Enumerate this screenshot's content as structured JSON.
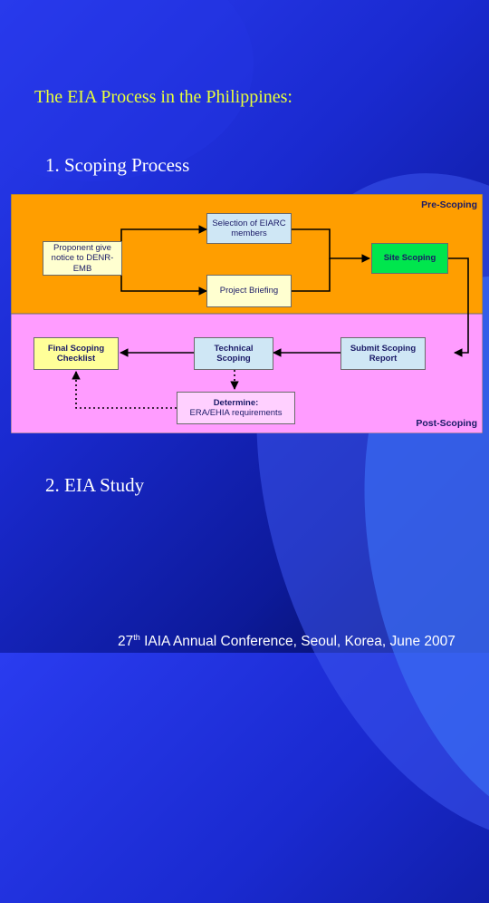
{
  "slide": {
    "title": "The EIA Process in the Philippines:",
    "item1": "1. Scoping Process",
    "item2": "2. EIA Study"
  },
  "diagram": {
    "zones": {
      "pre": {
        "label": "Pre-Scoping",
        "color": "#ff9e00"
      },
      "post": {
        "label": "Post-Scoping",
        "color": "#ff9cff"
      }
    },
    "nodes": {
      "proponent": {
        "label": "Proponent give notice to DENR-EMB",
        "color": "#ffffd0"
      },
      "selection": {
        "label": "Selection of EIARC members",
        "color": "#cfe7f5"
      },
      "briefing": {
        "label": "Project Briefing",
        "color": "#ffffd0"
      },
      "site_scoping": {
        "label": "Site Scoping",
        "color": "#00e64d"
      },
      "final_checklist": {
        "label": "Final Scoping Checklist",
        "color": "#ffff99"
      },
      "technical": {
        "label": "Technical Scoping",
        "color": "#cfe7f5"
      },
      "submit": {
        "label": "Submit Scoping Report",
        "color": "#cfe7f5"
      },
      "determine_head": {
        "label": "Determine:",
        "color": "#ffd0ff"
      },
      "determine_body": {
        "label": "ERA/EHIA requirements"
      }
    },
    "edges": [
      {
        "from": "proponent",
        "to": "selection",
        "style": "solid"
      },
      {
        "from": "proponent",
        "to": "briefing",
        "style": "solid"
      },
      {
        "from": "selection",
        "to": "site_scoping",
        "style": "solid"
      },
      {
        "from": "briefing",
        "to": "site_scoping",
        "style": "solid"
      },
      {
        "from": "site_scoping",
        "to": "submit",
        "style": "solid"
      },
      {
        "from": "submit",
        "to": "technical",
        "style": "solid"
      },
      {
        "from": "technical",
        "to": "final_checklist",
        "style": "solid"
      },
      {
        "from": "technical",
        "to": "determine_head",
        "style": "dotted"
      },
      {
        "from": "determine_head",
        "to": "final_checklist",
        "style": "dotted"
      }
    ]
  },
  "footer": {
    "num": "27",
    "ordinal": "th",
    "text": " IAIA Annual Conference, Seoul, Korea, June 2007"
  }
}
